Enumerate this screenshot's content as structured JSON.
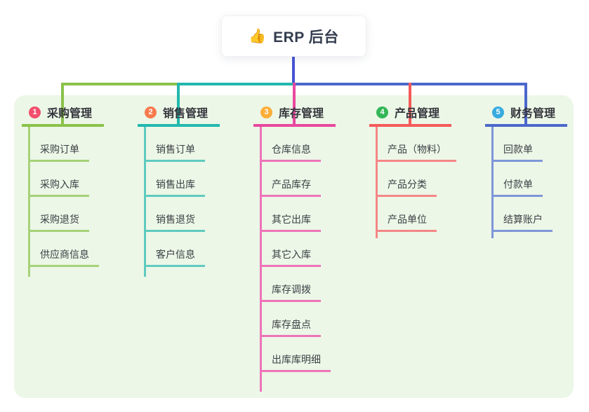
{
  "root": {
    "icon": "👍",
    "title": "ERP 后台"
  },
  "colors": {
    "canvas_bg": "#ffffff",
    "panel_bg": "#ecf7e7",
    "root_stem": "#4655d2"
  },
  "branches": [
    {
      "badge": "1",
      "badge_color": "#f34f6d",
      "line_color": "#8ac24a",
      "line_light": "#a5d278",
      "label": "采购管理",
      "children": [
        "采购订单",
        "采购入库",
        "采购退货",
        "供应商信息"
      ]
    },
    {
      "badge": "2",
      "badge_color": "#f77a4d",
      "line_color": "#23b8ae",
      "line_light": "#5fcabf",
      "label": "销售管理",
      "children": [
        "销售订单",
        "销售出库",
        "销售退货",
        "客户信息"
      ]
    },
    {
      "badge": "3",
      "badge_color": "#fdae38",
      "line_color": "#e9489f",
      "line_light": "#ee74b9",
      "label": "库存管理",
      "children": [
        "仓库信息",
        "产品库存",
        "其它出库",
        "其它入库",
        "库存调拨",
        "库存盘点",
        "出库库明细"
      ]
    },
    {
      "badge": "4",
      "badge_color": "#33b757",
      "line_color": "#f45a5a",
      "line_light": "#f58787",
      "label": "产品管理",
      "children": [
        "产品（物料）",
        "产品分类",
        "产品单位"
      ]
    },
    {
      "badge": "5",
      "badge_color": "#38abdf",
      "line_color": "#4c68cc",
      "line_light": "#7e96d8",
      "label": "财务管理",
      "children": [
        "回款单",
        "付款单",
        "结算账户"
      ]
    }
  ]
}
